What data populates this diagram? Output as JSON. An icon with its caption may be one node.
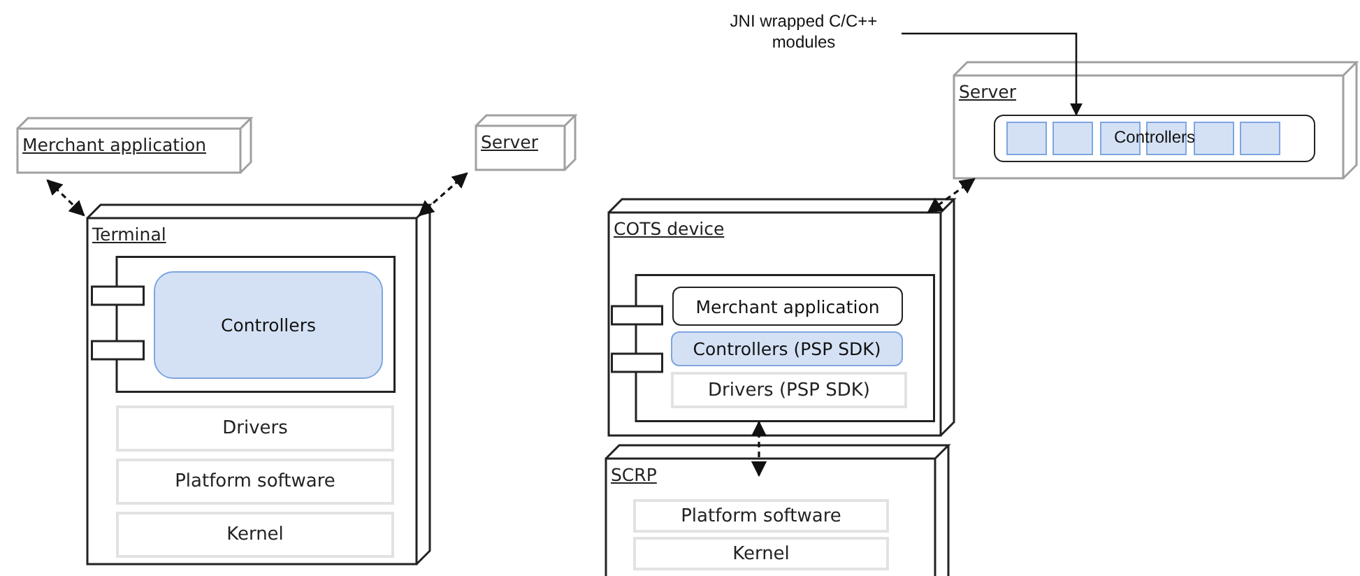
{
  "diagram": {
    "nodes": [
      {
        "text": [
          "Merchant application"
        ]
      },
      {
        "text": [
          "Server"
        ]
      },
      {
        "text": [
          "Terminal"
        ]
      },
      {
        "text": [],
        "shape": "box",
        "in": 2
      },
      {
        "text": [
          "Controllers"
        ],
        "in": 3
      },
      {
        "text": [
          "Drivers"
        ],
        "in": 2
      },
      {
        "text": [
          "Platform software"
        ],
        "in": 2
      },
      {
        "text": [
          "Kernel"
        ],
        "in": 2
      },
      {
        "text": [
          "JNI wrapped C/C++ modules"
        ]
      },
      {
        "text": [
          "Server"
        ]
      },
      {
        "text": [
          "Controllers"
        ],
        "in": 9
      },
      {
        "text": [
          "COTS device"
        ]
      },
      {
        "text": [],
        "shape": "box",
        "in": 11
      },
      {
        "text": [
          "Merchant application"
        ],
        "in": 12
      },
      {
        "text": [
          "Controllers (PSP SDK)"
        ],
        "in": 12
      },
      {
        "text": [
          "Drivers (PSP SDK)"
        ],
        "in": 12
      },
      {
        "text": [
          "SCRP"
        ]
      },
      {
        "text": [
          "Platform software"
        ],
        "in": 16
      },
      {
        "text": [
          "Kernel"
        ],
        "in": 16
      }
    ],
    "edges": [
      {
        "from": 0,
        "to": 2,
        "arrow": "both",
        "style": "dashed"
      },
      {
        "from": 1,
        "to": 2,
        "arrow": "both",
        "style": "dashed"
      },
      {
        "from": 9,
        "to": 11,
        "arrow": "both",
        "style": "dashed"
      },
      {
        "from": 11,
        "to": 16,
        "arrow": "both",
        "style": "dashed"
      },
      {
        "from": 8,
        "to": 10,
        "arrow": "to"
      }
    ]
  }
}
